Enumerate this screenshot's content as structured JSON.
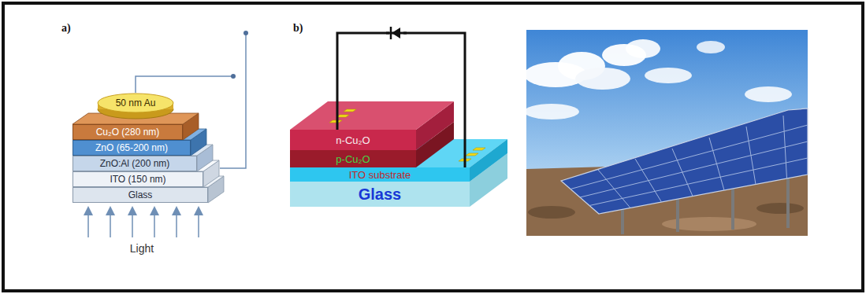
{
  "diagram": {
    "nodes": [
      {
        "text": [
          "50 nm Au"
        ]
      },
      {
        "text": [
          "Cu₂O (280 nm)"
        ]
      },
      {
        "text": [
          "ZnO (65-200 nm)"
        ]
      },
      {
        "text": [
          "ZnO:Al (200 nm)"
        ]
      },
      {
        "text": [
          "ITO (150 nm)"
        ]
      },
      {
        "text": [
          "Glass"
        ]
      },
      {
        "text": [
          "n-Cu₂O"
        ]
      },
      {
        "text": [
          "p-Cu₂O"
        ]
      },
      {
        "text": [
          "ITO substrate"
        ]
      },
      {
        "text": [
          "Glass"
        ]
      }
    ],
    "edges": [
      {
        "from": 6,
        "to": 8,
        "arrow": "none"
      }
    ],
    "labels": [
      "a)",
      "b)",
      "Light"
    ]
  }
}
